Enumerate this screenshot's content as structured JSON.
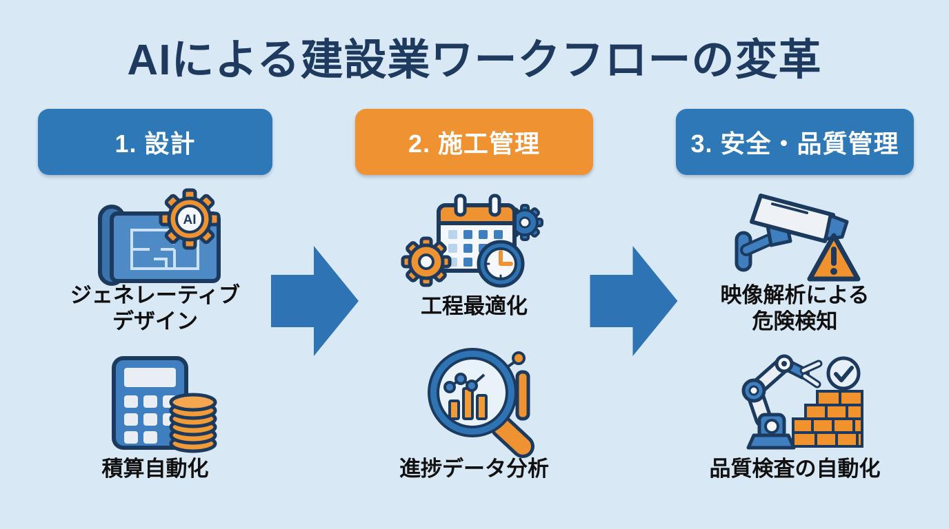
{
  "page": {
    "title": "AIによる建設業ワークフローの変革",
    "background_color": "#d9e8f5",
    "title_color": "#1e3a5f"
  },
  "colors": {
    "primary_blue": "#2e78b7",
    "arrow_blue": "#2e74b5",
    "accent_orange": "#ef9232",
    "outline_navy": "#1c3a5e",
    "label_text": "#101010",
    "header_text": "#ffffff"
  },
  "columns": [
    {
      "header": {
        "label": "1. 設計",
        "background": "#2e78b7"
      },
      "items": [
        {
          "icon": "blueprint-ai-gear-icon",
          "badge": "AI",
          "label_lines": [
            "ジェネレーティブ",
            "デザイン"
          ]
        },
        {
          "icon": "calculator-coins-icon",
          "label_lines": [
            "積算自動化"
          ]
        }
      ]
    },
    {
      "header": {
        "label": "2. 施工管理",
        "background": "#ef9232"
      },
      "items": [
        {
          "icon": "calendar-gears-clock-icon",
          "label_lines": [
            "工程最適化"
          ]
        },
        {
          "icon": "magnifier-bar-chart-icon",
          "label_lines": [
            "進捗データ分析"
          ]
        }
      ]
    },
    {
      "header": {
        "label": "3. 安全・品質管理",
        "background": "#2e78b7"
      },
      "items": [
        {
          "icon": "cctv-camera-warning-icon",
          "label_lines": [
            "映像解析による",
            "危険検知"
          ]
        },
        {
          "icon": "robot-arm-bricks-check-icon",
          "label_lines": [
            "品質検査の自動化"
          ]
        }
      ]
    }
  ],
  "arrows": [
    {
      "name": "workflow-arrow-1",
      "direction": "right"
    },
    {
      "name": "workflow-arrow-2",
      "direction": "right"
    }
  ]
}
